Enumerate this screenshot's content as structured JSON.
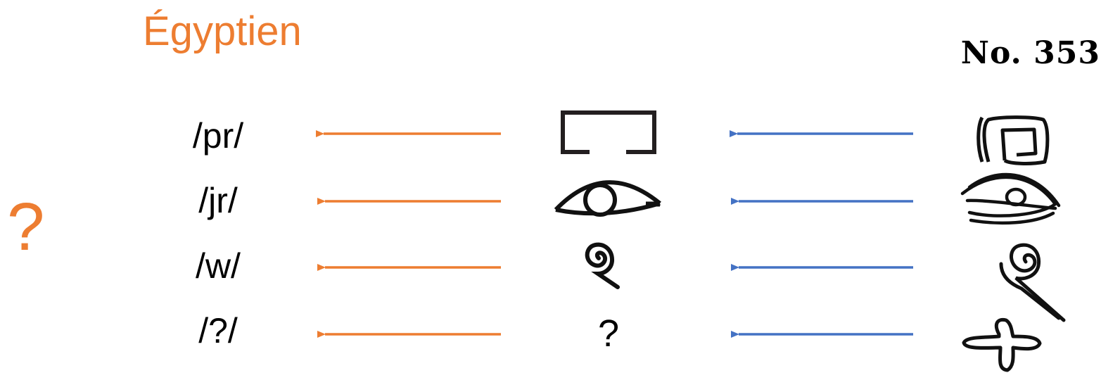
{
  "title": "Égyptien",
  "left_question": "?",
  "source_label": "No. 353",
  "colors": {
    "egyptian": "#ED7D31",
    "source": "#4472C4",
    "ink": "#000000"
  },
  "rows": [
    {
      "phoneme": "/pr/",
      "sign": "house-plan-glyph",
      "source_sign": "handwritten-house-glyph"
    },
    {
      "phoneme": "/jr/",
      "sign": "eye-glyph",
      "source_sign": "handwritten-eye-glyph"
    },
    {
      "phoneme": "/w/",
      "sign": "quail-chick-spiral-glyph",
      "source_sign": "handwritten-spiral-glyph"
    },
    {
      "phoneme": "/?/",
      "sign_text": "?",
      "source_sign": "handwritten-cross-glyph"
    }
  ]
}
